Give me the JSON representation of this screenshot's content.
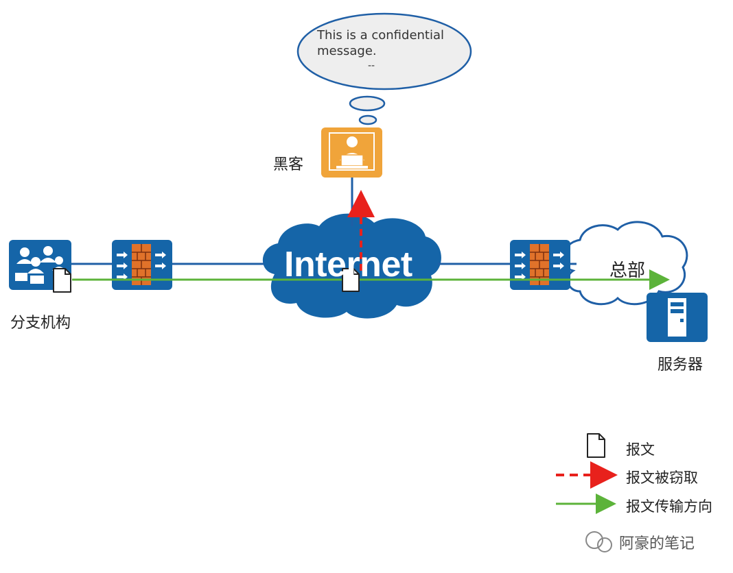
{
  "thought_bubble": {
    "text": "This is a confidential message.",
    "ellipsis": "--"
  },
  "cloud_label": "Internet",
  "nodes": {
    "hacker": "黑客",
    "branch": "分支机构",
    "headquarters": "总部",
    "server": "服务器"
  },
  "legend": {
    "message": "报文",
    "intercepted": "报文被窃取",
    "direction": "报文传输方向"
  },
  "watermark": "阿豪的笔记",
  "colors": {
    "device_blue": "#1565a8",
    "hacker_orange": "#f0a43a",
    "line_blue": "#1f5fa6",
    "arrow_green": "#5cb33a",
    "arrow_red": "#e8211c",
    "firewall_brick": "#e0722a",
    "bubble_fill": "#eeeeee",
    "bubble_stroke": "#1f5fa6"
  },
  "icons": {
    "branch": "users-icon",
    "firewall": "firewall-icon",
    "hacker": "hacker-laptop-icon",
    "server": "server-icon",
    "message": "document-icon"
  }
}
